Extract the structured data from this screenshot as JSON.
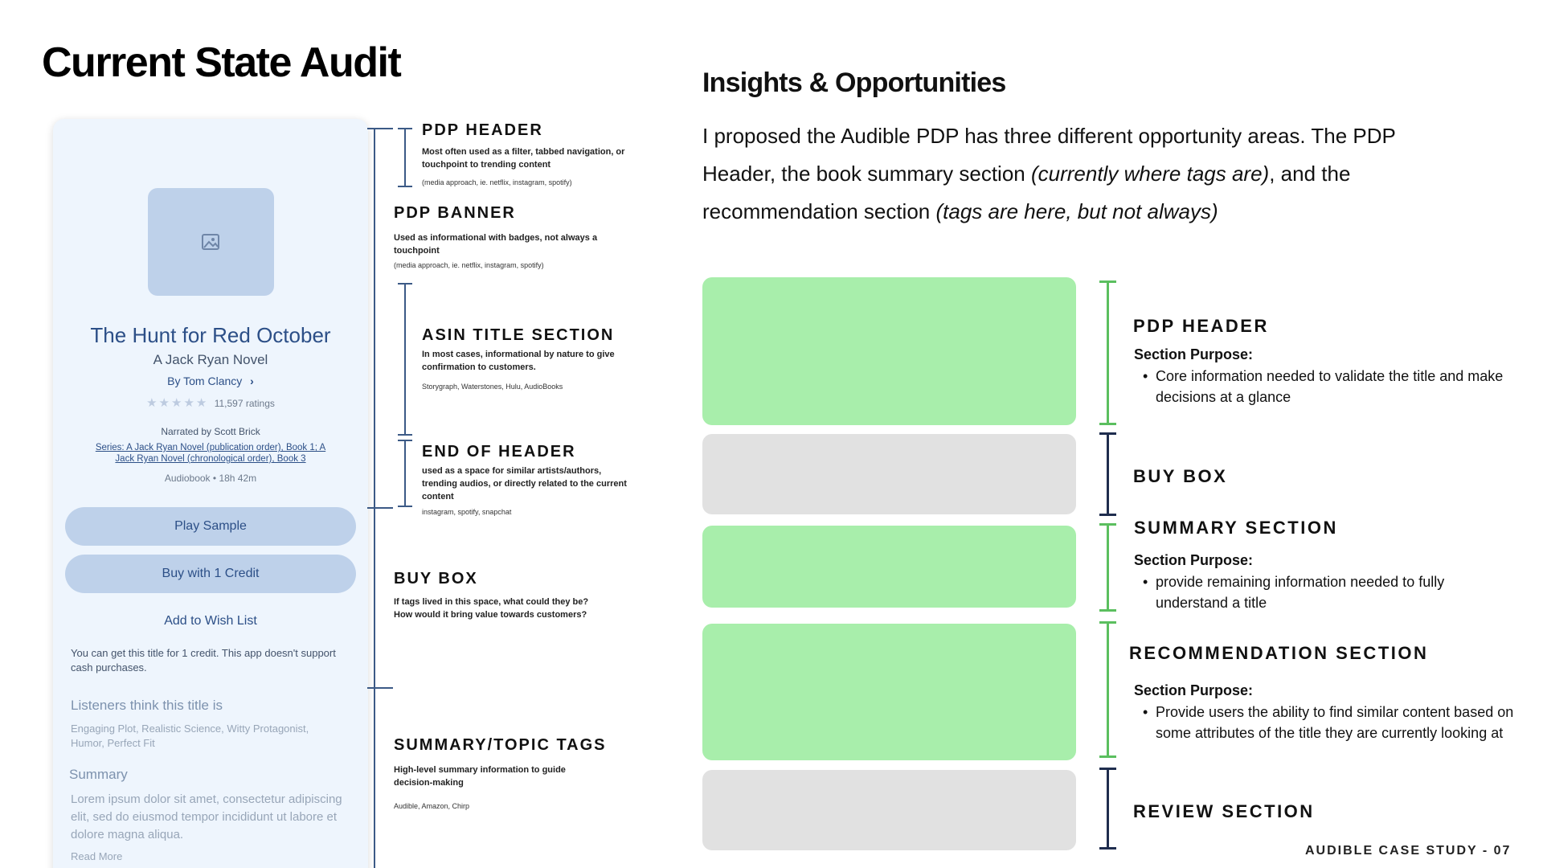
{
  "page": {
    "title": "Current State Audit",
    "footer": "AUDIBLE CASE STUDY - 07"
  },
  "phone": {
    "book_title": "The Hunt for Red October",
    "subtitle": "A Jack Ryan Novel",
    "author": "By Tom Clancy",
    "rating_stars": 0,
    "ratings": "11,597 ratings",
    "narrator": "Narrated by Scott Brick",
    "series": "Series: A Jack Ryan Novel (publication order), Book 1; A Jack Ryan Novel (chronological order), Book 3",
    "format": "Audiobook",
    "duration": "18h 42m",
    "play_sample": "Play Sample",
    "buy_credit": "Buy with 1 Credit",
    "wishlist": "Add to Wish List",
    "credit_note": "You can get this title for 1 credit. This app doesn't support cash purchases.",
    "listeners_heading": "Listeners think this title is",
    "listeners_tags": "Engaging Plot, Realistic Science, Witty Protagonist, Humor, Perfect Fit",
    "summary_heading": "Summary",
    "summary_body": "Lorem ipsum dolor sit amet, consectetur adipiscing elit, sed do eiusmod tempor incididunt ut labore et dolore magna aliqua.",
    "read_more": "Read More"
  },
  "annotations": {
    "pdp_header": {
      "heading": "PDP HEADER",
      "description": "Most often used as a filter, tabbed navigation, or touchpoint to trending content",
      "examples": "(media approach, ie. netflix, instagram, spotify)"
    },
    "pdp_banner": {
      "heading": "PDP BANNER",
      "description": "Used as informational with badges, not always a touchpoint",
      "examples": "(media approach, ie. netflix, instagram, spotify)"
    },
    "asin_title": {
      "heading": "ASIN TITLE SECTION",
      "description": "In most cases, informational by nature to give confirmation to customers.",
      "examples": "Storygraph, Waterstones, Hulu, AudioBooks"
    },
    "end_of_header": {
      "heading": "END OF HEADER",
      "description": "used as a space for similar artists/authors, trending audios, or directly related to the current content",
      "examples": "instagram, spotify, snapchat"
    },
    "buy_box": {
      "heading": "BUY BOX",
      "description": "If tags lived in this space, what could they be? How would it bring value towards customers?"
    },
    "summary_tags": {
      "heading": "SUMMARY/TOPIC TAGS",
      "description": "High-level summary information to guide decision-making",
      "examples": "Audible, Amazon, Chirp"
    }
  },
  "insights": {
    "title": "Insights & Opportunities",
    "body_1": "I proposed the Audible PDP has three different opportunity areas. The PDP Header, the book summary section ",
    "body_italic_1": "(currently where tags are)",
    "body_2": ", and the recommendation section ",
    "body_italic_2": "(tags are here, but not always)"
  },
  "sections": {
    "purpose_label": "Section Purpose:",
    "pdp_header": {
      "heading": "PDP HEADER",
      "bullet": "Core information needed to validate the title and make decisions at a glance"
    },
    "buy_box": {
      "heading": "BUY BOX"
    },
    "summary": {
      "heading": "SUMMARY SECTION",
      "bullet": "provide remaining information needed to fully understand a title"
    },
    "recommendation": {
      "heading": "RECOMMENDATION SECTION",
      "bullet": "Provide users the ability to find similar content based on some attributes of the title they are currently looking at"
    },
    "review": {
      "heading": "REVIEW SECTION"
    }
  },
  "colors": {
    "opportunity_green": "#a8eeab",
    "neutral_gray": "#e1e1e1",
    "bracket_green": "#5bbf5f",
    "bracket_navy": "#1f2d4e",
    "phone_accent": "#2c4f87"
  }
}
